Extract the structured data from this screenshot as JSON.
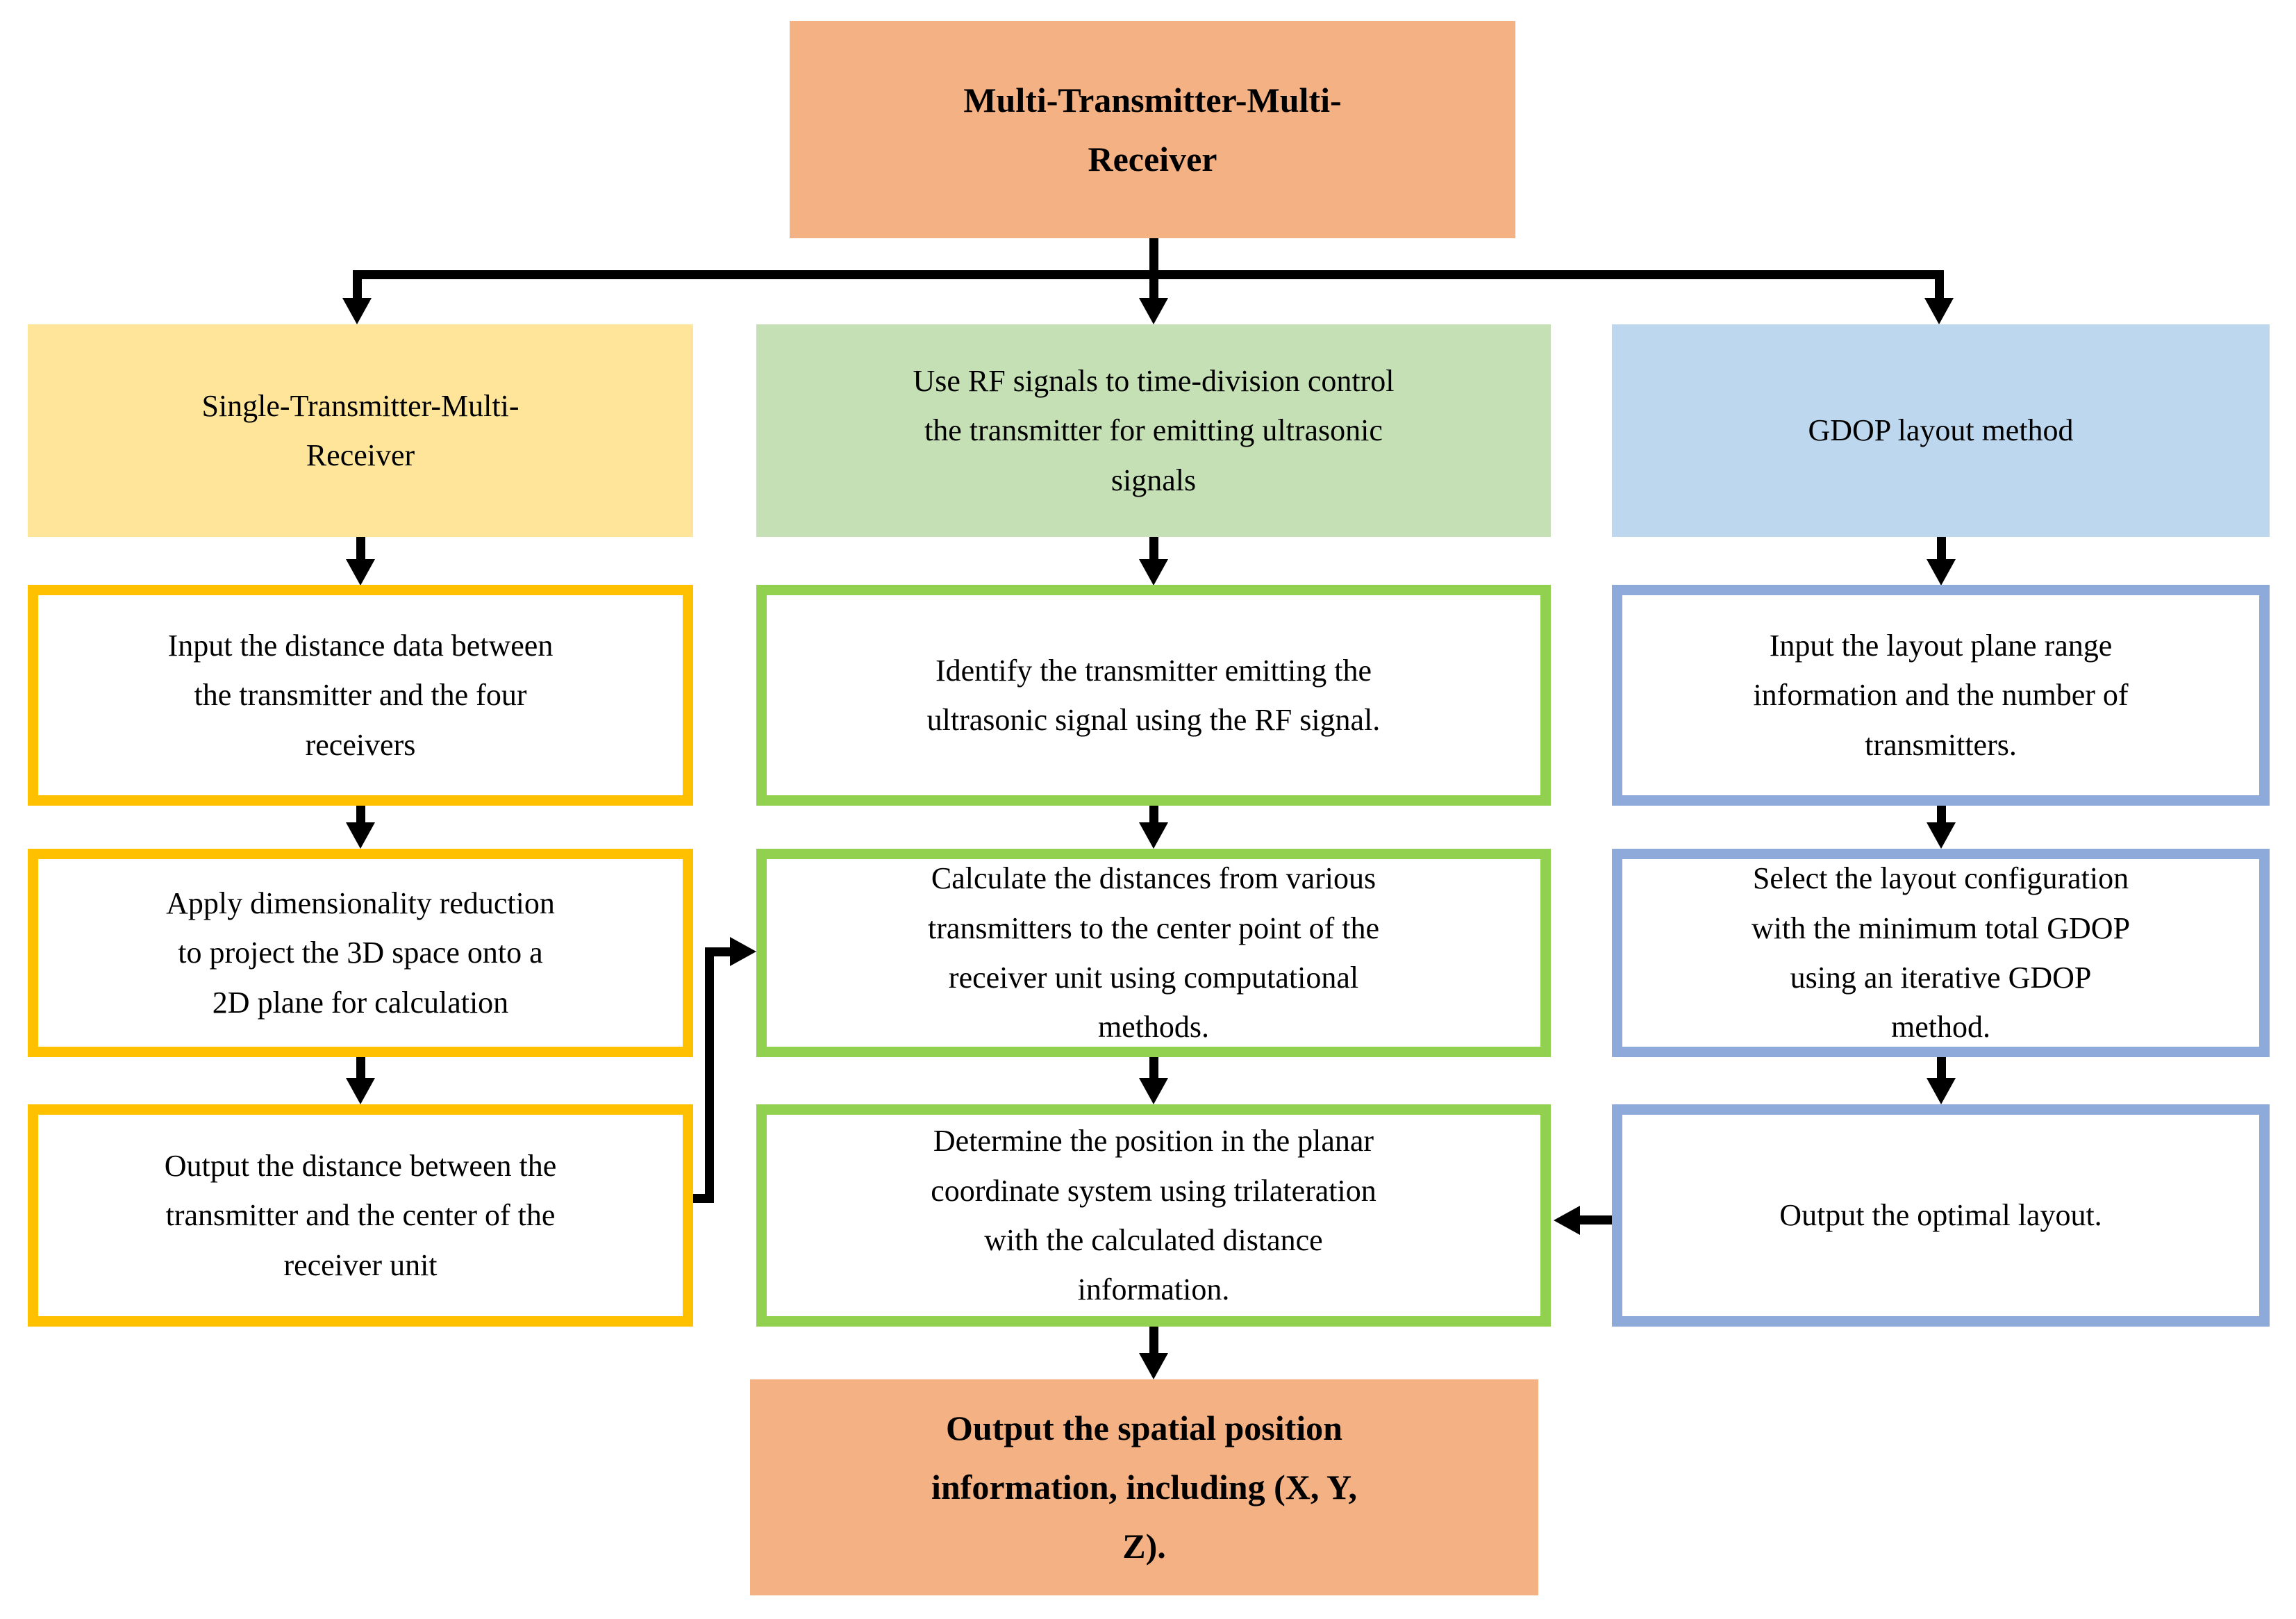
{
  "diagram": {
    "root": {
      "label": "Multi-Transmitter-Multi-\nReceiver"
    },
    "columns": [
      {
        "id": "single-transmitter-multi-receiver",
        "header": {
          "label": "Single-Transmitter-Multi-\nReceiver",
          "fill": "#FFE599"
        },
        "border_color": "#FFC000",
        "steps": [
          {
            "label": "Input the distance data between\nthe transmitter and the four\nreceivers"
          },
          {
            "label": "Apply dimensionality reduction\nto project the 3D space onto a\n2D plane for calculation"
          },
          {
            "label": "Output the distance between the\ntransmitter and the center of the\nreceiver unit"
          }
        ]
      },
      {
        "id": "rf-time-division",
        "header": {
          "label": "Use RF signals to time-division control\nthe transmitter for emitting ultrasonic\nsignals",
          "fill": "#C5E0B4"
        },
        "border_color": "#92D050",
        "steps": [
          {
            "label": "Identify the transmitter emitting the\nultrasonic signal using the RF signal."
          },
          {
            "label": "Calculate the distances from various\ntransmitters to the center point of the\nreceiver unit using computational\nmethods."
          },
          {
            "label": "Determine the position in the planar\ncoordinate system using trilateration\nwith the calculated distance\ninformation."
          }
        ]
      },
      {
        "id": "gdop-layout-method",
        "header": {
          "label": "GDOP layout method",
          "fill": "#BDD7EE"
        },
        "border_color": "#8EAADB",
        "steps": [
          {
            "label": "Input the layout plane range\ninformation and the number of\ntransmitters."
          },
          {
            "label": "Select the layout configuration\nwith the minimum total GDOP\nusing an iterative GDOP\nmethod."
          },
          {
            "label": "Output the optimal layout."
          }
        ]
      }
    ],
    "output": {
      "label": "Output the spatial position\ninformation, including (X, Y,\nZ)."
    },
    "colors": {
      "root_fill": "#F4B183",
      "output_fill": "#F4B183",
      "arrow": "#000000"
    }
  }
}
